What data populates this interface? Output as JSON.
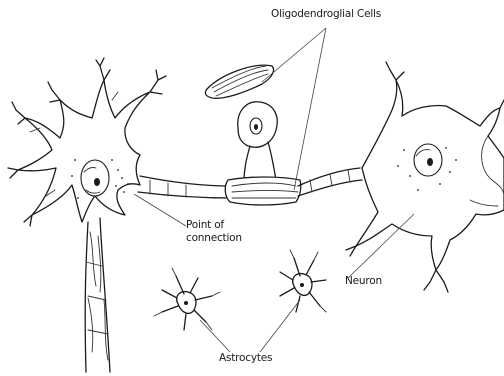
{
  "diagram": {
    "labels": {
      "oligodendroglial": "Oligodendroglial Cells",
      "point_of_connection_line1": "Point of",
      "point_of_connection_line2": "connection",
      "neuron": "Neuron",
      "astrocytes": "Astrocytes"
    },
    "colors": {
      "line": "#1b1b1b",
      "background": "#ffffff"
    }
  }
}
